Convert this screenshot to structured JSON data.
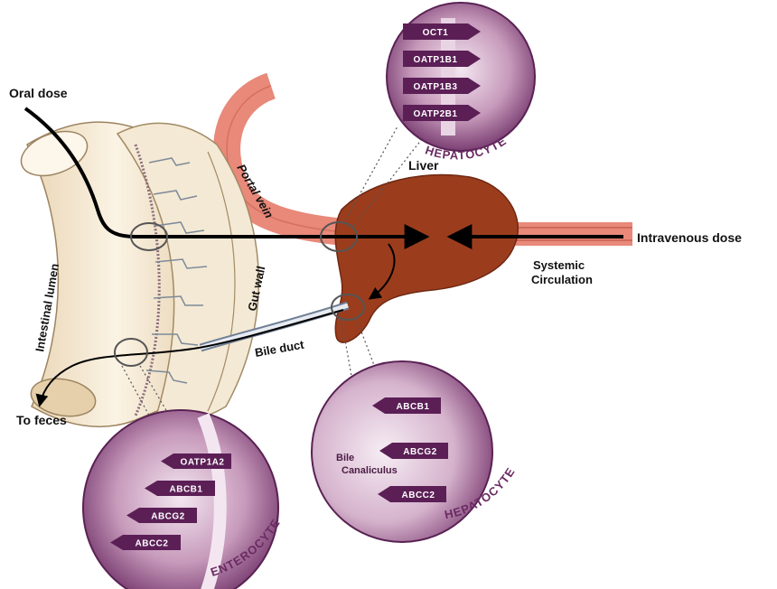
{
  "labels": {
    "oral_dose": "Oral dose",
    "intravenous_dose": "Intravenous dose",
    "to_feces": "To feces",
    "intestinal_lumen": "Intestinal lumen",
    "gut_wall": "Gut wall",
    "portal_vein": "Portal vein",
    "liver": "Liver",
    "bile_duct": "Bile duct",
    "systemic_circulation_line1": "Systemic",
    "systemic_circulation_line2": "Circulation"
  },
  "hepatocyte_uptake": {
    "title": "HEPATOCYTE",
    "transporters": [
      "OCT1",
      "OATP1B1",
      "OATP1B3",
      "OATP2B1"
    ]
  },
  "hepatocyte_efflux": {
    "title": "HEPATOCYTE",
    "bile_label_line1": "Bile",
    "bile_label_line2": "Canaliculus",
    "transporters": [
      "ABCB1",
      "ABCG2",
      "ABCC2"
    ]
  },
  "enterocyte": {
    "title": "ENTEROCYTE",
    "transporters": [
      "OATP1A2",
      "ABCB1",
      "ABCG2",
      "ABCC2"
    ]
  },
  "colors": {
    "liver": "#9b3d1d",
    "vessel": "#e8897a",
    "cell_purple": "#6a2b63",
    "intestine": "#f3e6cf"
  },
  "icons": [
    "arrow-icon"
  ]
}
